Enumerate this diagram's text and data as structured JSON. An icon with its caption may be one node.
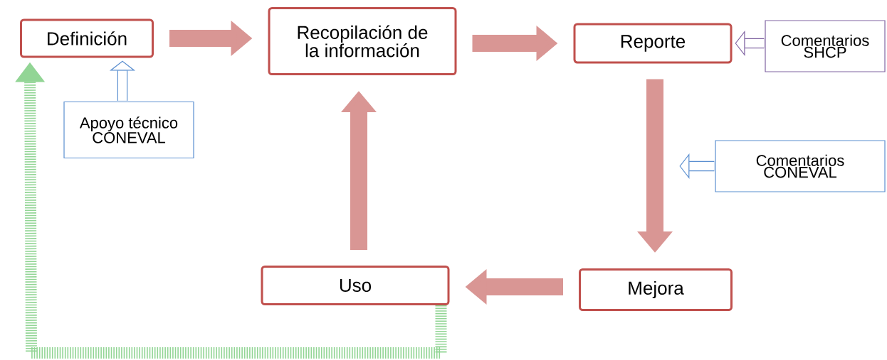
{
  "diagram": {
    "nodes": [
      {
        "text": [
          "Definición"
        ]
      },
      {
        "text": [
          "Recopilación de la información"
        ]
      },
      {
        "text": [
          "Reporte"
        ]
      },
      {
        "text": [
          "Comentarios SHCP"
        ]
      },
      {
        "text": [
          "Apoyo técnico CONEVAL"
        ]
      },
      {
        "text": [
          "Comentarios CONEVAL"
        ]
      },
      {
        "text": [
          "Uso"
        ]
      },
      {
        "text": [
          "Mejora"
        ]
      }
    ],
    "edges": [
      {
        "from": 0,
        "to": 1,
        "arrow": "to"
      },
      {
        "from": 1,
        "to": 2,
        "arrow": "to"
      },
      {
        "from": 3,
        "to": 2,
        "arrow": "to",
        "color": "#8064a2"
      },
      {
        "from": 4,
        "to": 0,
        "arrow": "to",
        "color": "#5b8fd0"
      },
      {
        "from": 2,
        "to": 7,
        "arrow": "to"
      },
      {
        "from": 5,
        "to": null,
        "arrow": "to",
        "color": "#5b8fd0"
      },
      {
        "from": 7,
        "to": 6,
        "arrow": "to"
      },
      {
        "from": 6,
        "to": 1,
        "arrow": "to"
      },
      {
        "from": 6,
        "to": 0,
        "arrow": "to",
        "style": "dashed",
        "color": "#92d595"
      }
    ]
  }
}
